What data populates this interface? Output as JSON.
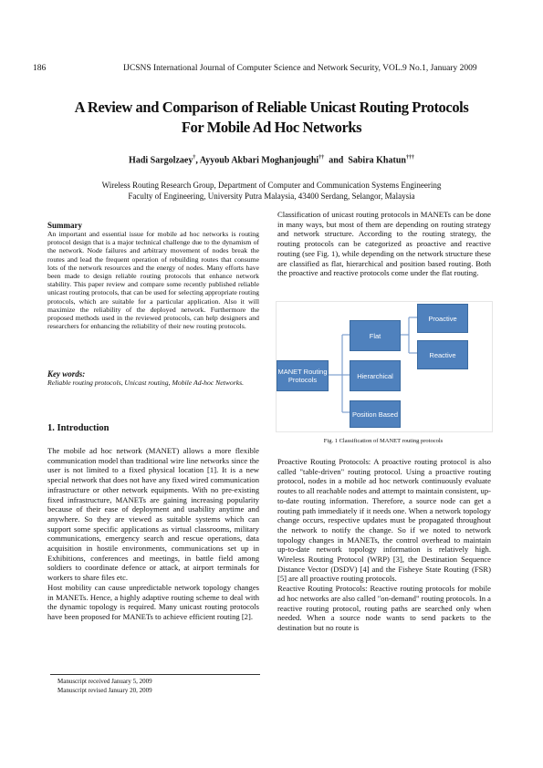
{
  "header": {
    "page_number": "186",
    "journal": "IJCSNS International Journal of Computer Science and Network Security, VOL.9 No.1, January 2009"
  },
  "title": {
    "line1": "A Review and Comparison of Reliable Unicast Routing Protocols",
    "line2": "For Mobile Ad Hoc Networks"
  },
  "authors": {
    "a1": "Hadi Sargolzaey",
    "a1_mark": "†",
    "a2": ", Ayyoub Akbari Moghanjoughi",
    "a2_mark": "††",
    "and": "  and  ",
    "a3": "Sabira Khatun",
    "a3_mark": "†††"
  },
  "affiliation": {
    "line1": "Wireless Routing Research Group, Department of Computer and Communication Systems Engineering",
    "line2": "Faculty of Engineering, University Putra Malaysia, 43400 Serdang, Selangor, Malaysia"
  },
  "summary": {
    "heading": "Summary",
    "text": "An important and essential issue for mobile ad hoc networks is routing protocol design that is a major technical challenge due to the dynamism of the network. Node failures and arbitrary movement of nodes break the routes and lead the frequent operation of rebuilding routes that consume lots of the network resources and the energy of nodes. Many efforts have been made to design reliable routing protocols that enhance network stability. This paper review and compare some recently published reliable unicast routing protocols, that can be used for selecting appropriate routing protocols, which are suitable for a particular application. Also it will maximize the reliability of the deployed network. Furthermore the proposed methods used in the reviewed protocols, can help designers and researchers for enhancing the reliability of their new routing protocols."
  },
  "keywords": {
    "heading": "Key words:",
    "text": "Reliable routing protocols, Unicast routing, Mobile Ad-hoc Networks."
  },
  "intro": {
    "heading": "1. Introduction",
    "p1": "The mobile ad hoc network (MANET) allows a more flexible communication model than traditional wire line networks since the user is not limited to a fixed physical location [1]. It is a new special network that does not have any fixed wired communication infrastructure or other network equipments. With no pre-existing fixed infrastructure, MANETs are gaining increasing popularity because of their ease of deployment and usability anytime and anywhere. So they are viewed as suitable systems which can support some specific applications as virtual classrooms, military communications, emergency search and rescue operations, data acquisition in hostile environments, communications set up in Exhibitions, conferences and meetings, in battle field among soldiers to coordinate defence or attack, at airport terminals for workers to share files etc.",
    "p2": "Host mobility can cause unpredictable network topology changes in MANETs. Hence, a highly adaptive routing scheme to deal with the dynamic topology is required. Many unicast routing protocols have been proposed for MANETs to achieve efficient routing [2]."
  },
  "right": {
    "p1": "Classification of unicast routing protocols in MANETs can be done in many ways, but most of them are depending on routing strategy and network structure. According to the routing strategy, the routing protocols can be categorized as proactive and reactive routing (see Fig. 1), while depending on the network structure these are classified as flat, hierarchical and position based routing. Both the proactive and reactive protocols come under the flat routing.",
    "p2": "Proactive Routing Protocols: A proactive routing protocol is also called \"table-driven\" routing protocol. Using a proactive routing protocol, nodes in a mobile ad hoc network continuously evaluate routes to all reachable nodes and attempt to maintain consistent, up-to-date routing information. Therefore, a source node can get a routing path immediately if it needs one. When a network topology change occurs, respective updates must be propagated throughout the network to notify the change. So if we noted to network topology changes in MANETs, the control overhead to maintain up-to-date network topology information is relatively high. Wireless Routing Protocol (WRP) [3], the Destination Sequence Distance Vector (DSDV) [4] and the Fisheye State Routing (FSR) [5] are all proactive routing protocols.",
    "p3": "Reactive Routing Protocols: Reactive routing protocols for mobile ad hoc networks are also called \"on-demand\" routing protocols. In a reactive routing protocol, routing paths are searched only when needed. When a source node wants to send packets to the destination but no route is"
  },
  "figure": {
    "root": "MANET Routing Protocols",
    "flat": "Flat",
    "hierarchical": "Hierarchical",
    "position": "Position Based",
    "proactive": "Proactive",
    "reactive": "Reactive",
    "caption": "Fig. 1 Classification of MANET routing protocols",
    "box_color": "#4f81bd",
    "line_color": "#7f9fcf"
  },
  "footnotes": {
    "received": "Manuscript received January 5, 2009",
    "revised": "Manuscript revised January 20, 2009"
  }
}
